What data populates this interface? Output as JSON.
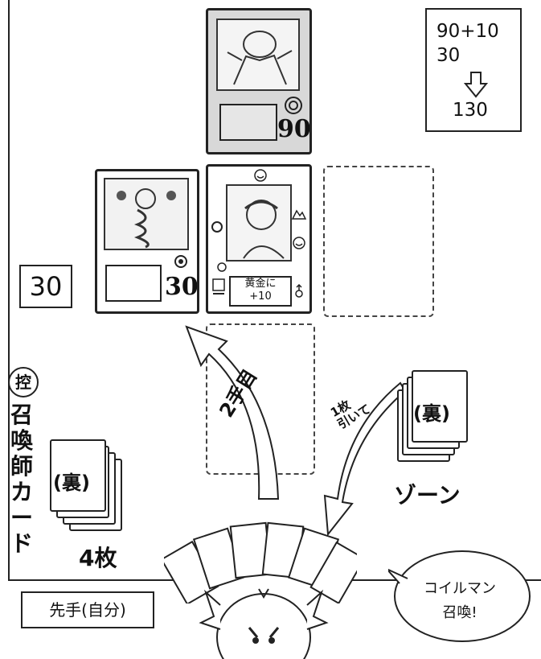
{
  "calc": {
    "line1": "90+10",
    "line2": "30",
    "result": "130"
  },
  "my_score": "30",
  "opponent_card": {
    "power": "90"
  },
  "my_cards": [
    {
      "power": "30"
    },
    {
      "text_line1": "黄金に",
      "text_line2": "+10"
    }
  ],
  "arrow_label": "2手目",
  "draw_label": {
    "line1": "1枚",
    "line2": "引いて"
  },
  "zone_deck": {
    "label": "(裏)",
    "name": "ゾーン"
  },
  "summoner": {
    "badge": "控",
    "vertical": [
      "召",
      "喚",
      "師",
      "カ",
      "ー",
      "ド"
    ],
    "deck_label": "(裏)",
    "count": "4枚"
  },
  "player_label": "先手(自分)",
  "speech": {
    "line1": "コイルマン",
    "line2": "召喚!"
  }
}
